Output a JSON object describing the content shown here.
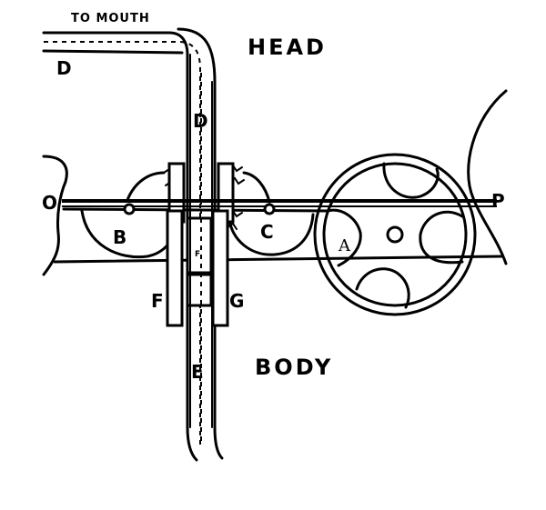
{
  "labels": {
    "to_mouth": "TO MOUTH",
    "head": "HEAD",
    "body": "BODY",
    "d_top": "D",
    "d_mid": "D",
    "e": "E",
    "f": "F",
    "f_small": "F",
    "g": "G",
    "o": "O",
    "p": "P",
    "a": "A",
    "b": "B",
    "c": "C"
  }
}
